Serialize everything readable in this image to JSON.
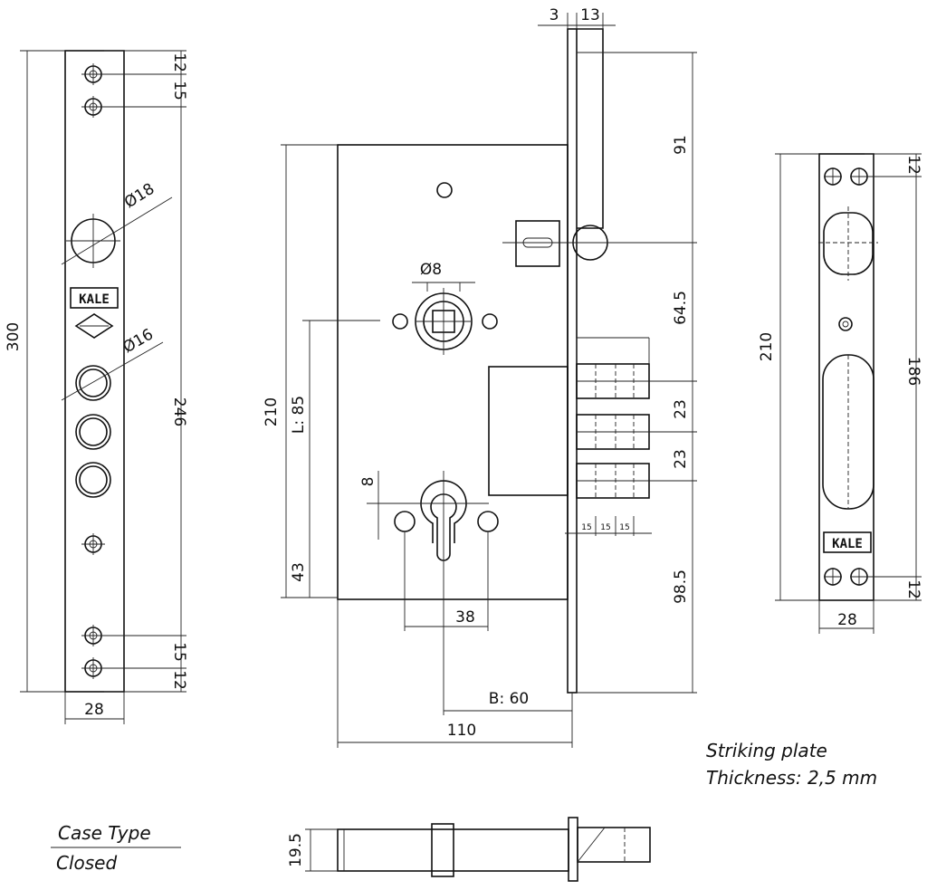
{
  "front_plate": {
    "height": "300",
    "width": "28",
    "top_offset_1": "12",
    "top_offset_2": "15",
    "bottom_offset_1": "12",
    "bottom_offset_2": "15",
    "span": "246",
    "hole_large": "Ø18",
    "hole_medium": "Ø16",
    "brand": "KALE"
  },
  "lock_body": {
    "thickness_1": "3",
    "thickness_2": "13",
    "height": "210",
    "top_to_latch": "91",
    "latch_to_bolt": "64.5",
    "bolt_pitch_1": "23",
    "bolt_pitch_2": "23",
    "bolt_to_bottom": "98.5",
    "spindle": "Ø8",
    "center_distance": "L: 85",
    "cylinder_to_bottom": "43",
    "keyhole_width": "8",
    "fixing_distance": "38",
    "backset": "B: 60",
    "case_width": "110",
    "bolt_throw": [
      "15",
      "15",
      "15"
    ],
    "case_depth": "19.5"
  },
  "striking_plate": {
    "height": "210",
    "width": "28",
    "inner_span": "186",
    "top_offset": "12",
    "bottom_offset": "12",
    "brand": "KALE",
    "caption": "Striking plate",
    "thickness": "Thickness: 2,5 mm"
  },
  "case_type": {
    "label": "Case Type",
    "value": "Closed"
  }
}
